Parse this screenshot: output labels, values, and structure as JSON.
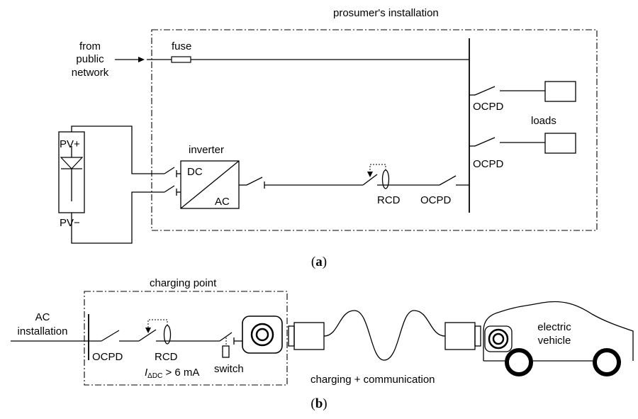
{
  "diagram_a": {
    "title": "prosumer's installation",
    "network_label_1": "from",
    "network_label_2": "public",
    "network_label_3": "network",
    "fuse": "fuse",
    "pv_plus": "PV+",
    "pv_minus": "PV−",
    "inverter": "inverter",
    "dc": "DC",
    "ac": "AC",
    "rcd": "RCD",
    "ocpd_main": "OCPD",
    "ocpd_load1": "OCPD",
    "ocpd_load2": "OCPD",
    "loads": "loads",
    "caption_open": "(",
    "caption_letter": "a",
    "caption_close": ")"
  },
  "diagram_b": {
    "title": "charging point",
    "ac_label_1": "AC",
    "ac_label_2": "installation",
    "ocpd": "OCPD",
    "rcd": "RCD",
    "idc_symbol": "I",
    "idc_sub": "ΔDC",
    "idc_cond": " > 6 mA",
    "switch": "switch",
    "cable": "charging + communication",
    "ev_1": "electric",
    "ev_2": "vehicle",
    "caption_open": "(",
    "caption_letter": "b",
    "caption_close": ")"
  }
}
